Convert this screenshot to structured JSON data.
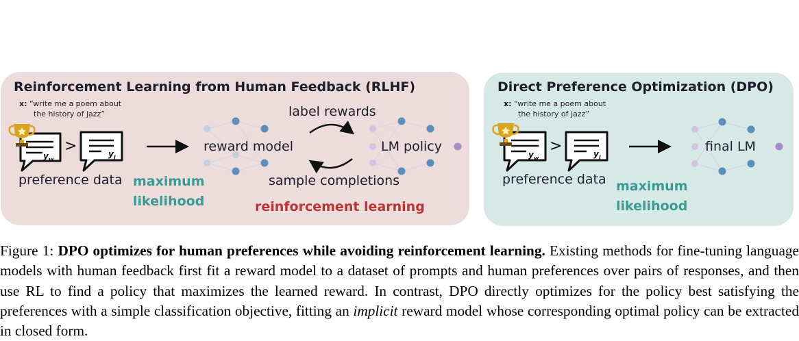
{
  "colors": {
    "rlhf_panel": "#ecdcdb",
    "dpo_panel": "#d7e9e7",
    "maximum_likelihood": "#3b9a92",
    "reinforcement_learning": "#b83535",
    "node_blue": "#5b8fb8",
    "node_pale": "#c6cfe2",
    "node_purple": "#a18fc6",
    "trophy": "#d9a520"
  },
  "rlhf": {
    "title": "Reinforcement Learning from Human Feedback (RLHF)",
    "prompt_prefix": "x:",
    "prompt_line1": "“write me a poem about",
    "prompt_line2": "the history of jazz”",
    "winner_label": "y",
    "winner_sub": "w",
    "loser_label": "y",
    "loser_sub": "l",
    "greater_than": ">",
    "preference_data": "preference data",
    "max_likelihood_1": "maximum",
    "max_likelihood_2": "likelihood",
    "reward_model": "reward model",
    "label_rewards": "label rewards",
    "sample_completions": "sample completions",
    "lm_policy": "LM policy",
    "reinforcement_learning": "reinforcement learning"
  },
  "dpo": {
    "title": "Direct Preference Optimization (DPO)",
    "prompt_prefix": "x:",
    "prompt_line1": "“write me a poem about",
    "prompt_line2": "the history of jazz”",
    "winner_label": "y",
    "winner_sub": "w",
    "loser_label": "y",
    "loser_sub": "l",
    "greater_than": ">",
    "preference_data": "preference data",
    "max_likelihood_1": "maximum",
    "max_likelihood_2": "likelihood",
    "final_lm": "final LM"
  },
  "caption": {
    "figure_label": "Figure 1:",
    "bold": "DPO optimizes for human preferences while avoiding reinforcement learning.",
    "text1": "Existing methods for fine-tuning language models with human feedback first fit a reward model to a dataset of prompts and human preferences over pairs of responses, and then use RL to find a policy that maximizes the learned reward. In contrast, DPO directly optimizes for the policy best satisfying the preferences with a simple classification objective, fitting an",
    "italic": "implicit",
    "text2": "reward model whose corresponding optimal policy can be extracted in closed form."
  }
}
